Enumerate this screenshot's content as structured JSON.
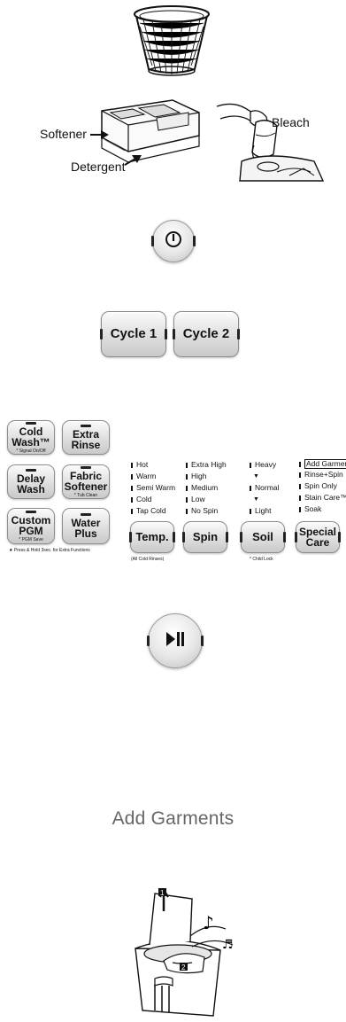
{
  "illustrations": {
    "basket": "laundry-basket-illustration",
    "dispenser_labels": {
      "softener": "Softener",
      "detergent": "Detergent",
      "bleach": "Bleach"
    },
    "washer_open": "washer-lid-open-illustration",
    "step_numbers": [
      "1",
      "2"
    ]
  },
  "power": {
    "icon": "power-icon"
  },
  "cycles": {
    "cycle1": "Cycle 1",
    "cycle2": "Cycle 2"
  },
  "left_buttons": [
    {
      "label": "Cold\nWash™",
      "sub": "* Signal On/Off"
    },
    {
      "label": "Extra\nRinse",
      "sub": ""
    },
    {
      "label": "Delay\nWash",
      "sub": ""
    },
    {
      "label": "Fabric\nSoftener",
      "sub": "* Tub Clean"
    },
    {
      "label": "Custom\nPGM",
      "sub": "* PGM Save"
    },
    {
      "label": "Water\nPlus",
      "sub": ""
    }
  ],
  "left_footnote": "★ Press & Hold 3sec. for Extra Functions",
  "option_groups": {
    "temp": {
      "options": [
        "Hot",
        "Warm",
        "Semi Warm",
        "Cold",
        "Tap Cold"
      ],
      "button": "Temp.",
      "caption": "(All Cold Rinses)"
    },
    "spin": {
      "options": [
        "Extra High",
        "High",
        "Medium",
        "Low",
        "No Spin"
      ],
      "button": "Spin",
      "caption": ""
    },
    "soil": {
      "options": [
        "Heavy",
        "",
        "Normal",
        "",
        "Light"
      ],
      "button": "Soil",
      "caption": "* Child Lock"
    },
    "special": {
      "options": [
        "Add Garments",
        "Rinse+Spin",
        "Spin Only",
        "Stain Care™",
        "Soak"
      ],
      "button": "Special\nCare",
      "caption": ""
    }
  },
  "start_pause": {
    "icon": "play-pause-icon"
  },
  "add_garments_title": "Add Garments"
}
